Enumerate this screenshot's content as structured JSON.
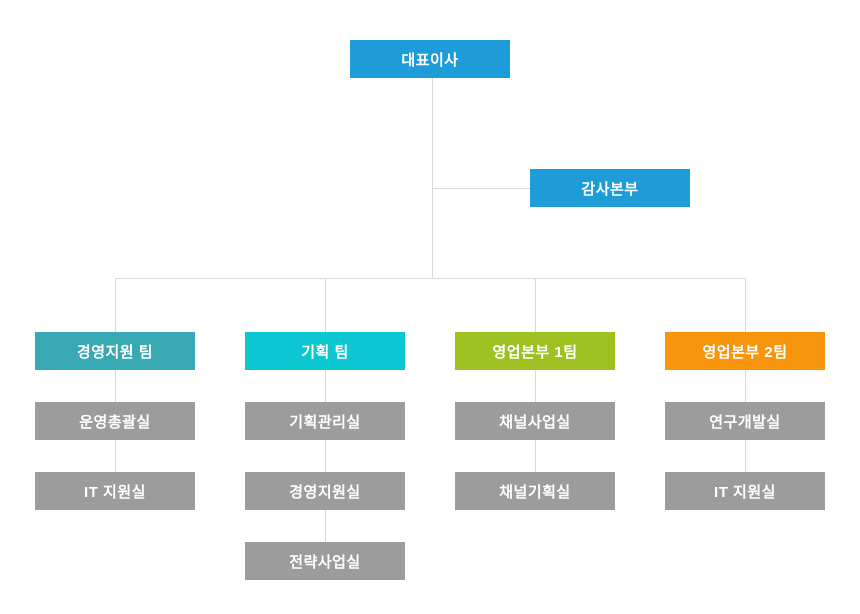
{
  "nodes": {
    "root": {
      "label": "대표이사",
      "color": "#1d9cd8"
    },
    "audit": {
      "label": "감사본부",
      "color": "#1d9cd8"
    }
  },
  "columns": [
    {
      "header": {
        "label": "경영지원 팀",
        "color": "#38a9b2"
      },
      "children": [
        "운영총괄실",
        "IT 지원실"
      ]
    },
    {
      "header": {
        "label": "기획 팀",
        "color": "#0cc7d2"
      },
      "children": [
        "기획관리실",
        "경영지원실",
        "전략사업실"
      ]
    },
    {
      "header": {
        "label": "영업본부 1팀",
        "color": "#9cc121"
      },
      "children": [
        "채널사업실",
        "채널기획실"
      ]
    },
    {
      "header": {
        "label": "영업본부 2팀",
        "color": "#f7950d"
      },
      "children": [
        "연구개발실",
        "IT 지원실"
      ]
    }
  ],
  "styles": {
    "child_bg": "#9c9c9c",
    "line_color": "#d9d9d9",
    "text_color": "#ffffff",
    "background": "#ffffff"
  }
}
